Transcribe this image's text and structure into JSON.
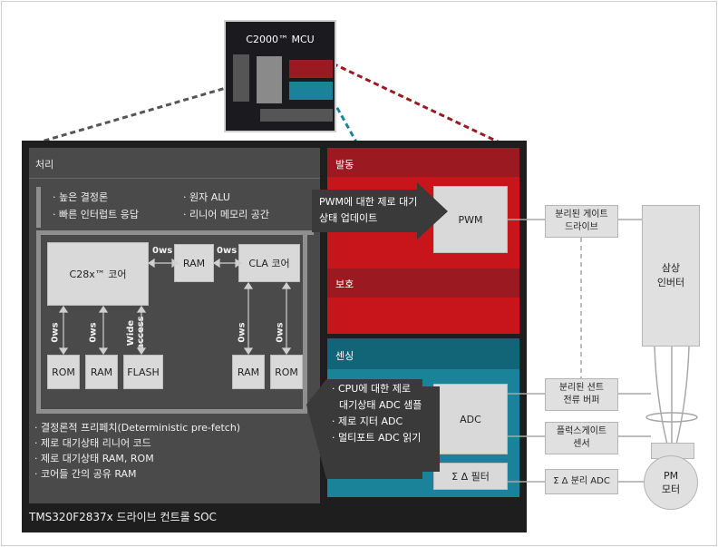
{
  "mcu": {
    "title": "C2000™ MCU"
  },
  "processing": {
    "header": "처리",
    "features_left": [
      "· 높은 결정론",
      "· 빠른 인터럽트 응답"
    ],
    "features_right": [
      "· 원자 ALU",
      "· 리니어 메모리 공간"
    ],
    "core": "C28x™ 코어",
    "ram_center": "RAM",
    "cla_core": "CLA 코어",
    "ows": "0ws",
    "wide_access": "Wide\naccess",
    "mem_left": [
      "ROM",
      "RAM",
      "FLASH"
    ],
    "mem_right": [
      "RAM",
      "ROM"
    ],
    "bottom_notes": [
      "· 결정론적 프리페치(Deterministic pre-fetch)",
      "· 제로 대기상태 리니어 코드",
      "· 제로 대기상태 RAM, ROM",
      "· 코어들 간의 공유 RAM"
    ]
  },
  "actuation": {
    "header": "발동",
    "arrow_text": [
      "PWM에 대한 제로 대기",
      "상태 업데이트"
    ],
    "pwm": "PWM",
    "protection": "보호"
  },
  "sensing": {
    "header": "센싱",
    "bullets": [
      "· CPU에 대한 제로",
      "대기상태 ADC 샘플",
      "· 제로 지터 ADC",
      "· 멀티포트 ADC 읽기"
    ],
    "adc": "ADC",
    "filter": "Σ Δ 필터"
  },
  "external": {
    "gate_drive": [
      "분리된 게이트",
      "드라이브"
    ],
    "inverter": [
      "삼상",
      "인버터"
    ],
    "shunt": [
      "분리된 션트",
      "전류 버퍼"
    ],
    "flux": [
      "플럭스게이트",
      "센서"
    ],
    "sd_adc": "Σ Δ 분리 ADC",
    "motor": [
      "PM",
      "모터"
    ]
  },
  "soc_label": "TMS320F2837x 드라이브 컨트롤 SOC",
  "colors": {
    "red": "#c8151b",
    "dark_red": "#9b1a22",
    "teal": "#1a8399",
    "soc_bg": "#1e1e1e",
    "proc_bg": "#4a4a4a"
  }
}
